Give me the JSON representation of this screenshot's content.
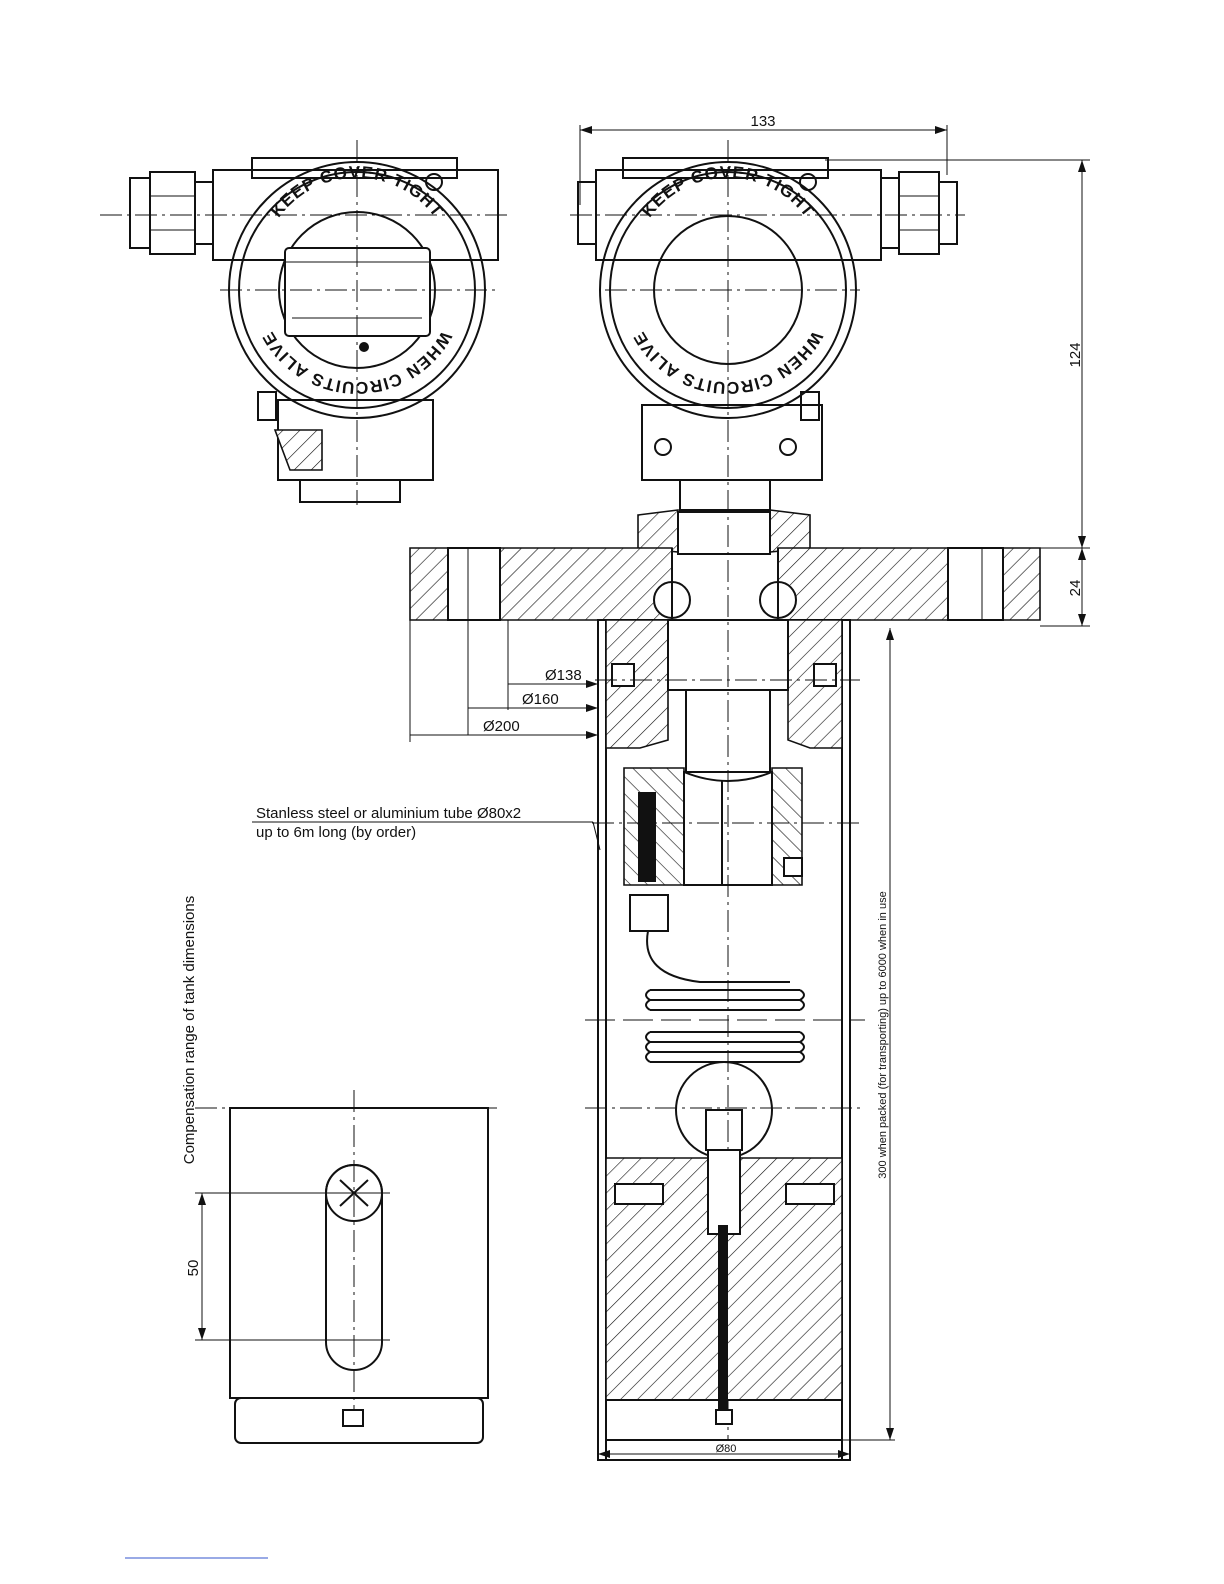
{
  "drawing": {
    "dimensions": {
      "width_top": "133",
      "height_head": "124",
      "flange_thickness": "24",
      "d138": "Ø138",
      "d160": "Ø160",
      "d200": "Ø200",
      "d80": "Ø80",
      "range_50": "50"
    },
    "labels": {
      "tube_line1": "Stanless steel or aluminium tube   Ø80x2",
      "tube_line2": "up to 6m long (by order)",
      "compensation": "Compensation range of tank dimensions",
      "length_note": "300 when packed (for transporting) up to 6000 when in use"
    },
    "cover_ring": {
      "top_text": "KEEP COVER TIGHT",
      "bottom_text": "WHEN CIRCUITS ALIVE"
    }
  }
}
